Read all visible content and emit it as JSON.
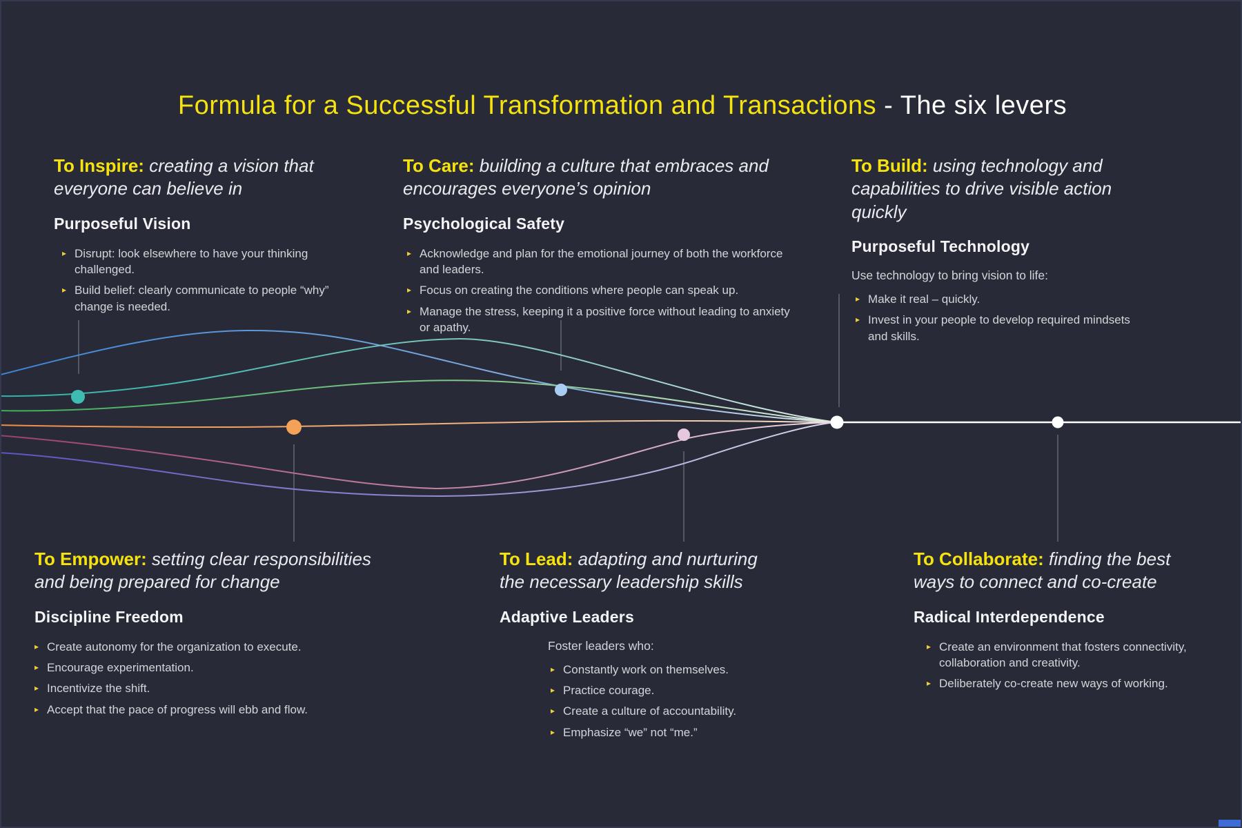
{
  "title": {
    "highlight": "Formula for a Successful Transformation and Transactions",
    "rest": " - The six levers"
  },
  "colors": {
    "background": "#282b37",
    "accent_yellow": "#f5e20e",
    "curve_blue": "#3d85d8",
    "curve_teal": "#2fb3a8",
    "curve_green": "#3fae5c",
    "curve_orange": "#ef8f45",
    "curve_magenta": "#9c3f72",
    "curve_purple": "#5c55c0",
    "node_teal": "#3fbcb2",
    "node_orange": "#f5a259",
    "node_lightblue": "#a9cdf2",
    "node_pink": "#e6c8de",
    "node_white": "#ffffff",
    "corner_accent_blue": "#3e6bd6"
  },
  "icons": {
    "bullet_marker": "triangle-right"
  },
  "sections": {
    "inspire": {
      "lead": "To Inspire:",
      "desc": " creating a vision that everyone can believe in",
      "subheading": "Purposeful Vision",
      "bullets": [
        "Disrupt: look elsewhere to have your thinking challenged.",
        "Build belief: clearly communicate to people “why” change is needed."
      ]
    },
    "care": {
      "lead": "To Care:",
      "desc": " building a culture that embraces and encourages everyone’s opinion",
      "subheading": "Psychological Safety",
      "bullets": [
        "Acknowledge and plan for the emotional journey of both the workforce and leaders.",
        "Focus on creating the conditions where people can speak up.",
        "Manage the stress, keeping it a positive force without leading to anxiety or apathy."
      ]
    },
    "build": {
      "lead": "To Build:",
      "desc": " using technology and capabilities to drive visible action quickly",
      "subheading": "Purposeful Technology",
      "intro": "Use technology to bring vision to life:",
      "bullets": [
        "Make it real – quickly.",
        "Invest in your people to develop required mindsets and skills."
      ]
    },
    "empower": {
      "lead": "To Empower:",
      "desc": " setting clear responsibilities and being prepared for change",
      "subheading": "Discipline Freedom",
      "bullets": [
        "Create autonomy for the organization to execute.",
        "Encourage experimentation.",
        "Incentivize the shift.",
        "Accept that the pace of progress will ebb and flow."
      ]
    },
    "lead": {
      "lead": "To Lead:",
      "desc": " adapting and nurturing the necessary leadership skills",
      "subheading": "Adaptive Leaders",
      "intro": "Foster leaders who:",
      "bullets": [
        "Constantly work on themselves.",
        "Practice courage.",
        "Create a culture of accountability.",
        "Emphasize “we” not “me.”"
      ]
    },
    "collaborate": {
      "lead": "To Collaborate:",
      "desc": " finding the best ways to connect and co-create",
      "subheading": "Radical Interdependence",
      "bullets": [
        "Create an environment that fosters connectivity, collaboration and creativity.",
        "Deliberately co-create new ways of working."
      ]
    }
  }
}
